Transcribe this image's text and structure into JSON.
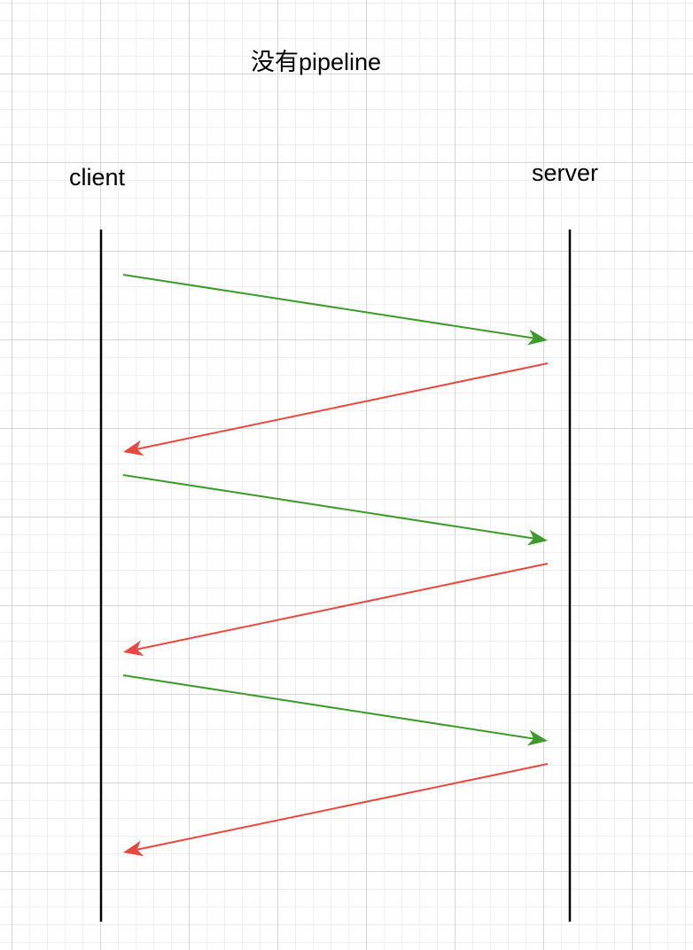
{
  "title": "没有pipeline",
  "participants": {
    "client": "client",
    "server": "server"
  },
  "colors": {
    "request": "#3d9a2b",
    "response": "#e8483f",
    "lifeline": "#000000"
  },
  "messages": [
    {
      "from": "client",
      "to": "server",
      "kind": "request"
    },
    {
      "from": "server",
      "to": "client",
      "kind": "response"
    },
    {
      "from": "client",
      "to": "server",
      "kind": "request"
    },
    {
      "from": "server",
      "to": "client",
      "kind": "response"
    },
    {
      "from": "client",
      "to": "server",
      "kind": "request"
    },
    {
      "from": "server",
      "to": "client",
      "kind": "response"
    }
  ]
}
